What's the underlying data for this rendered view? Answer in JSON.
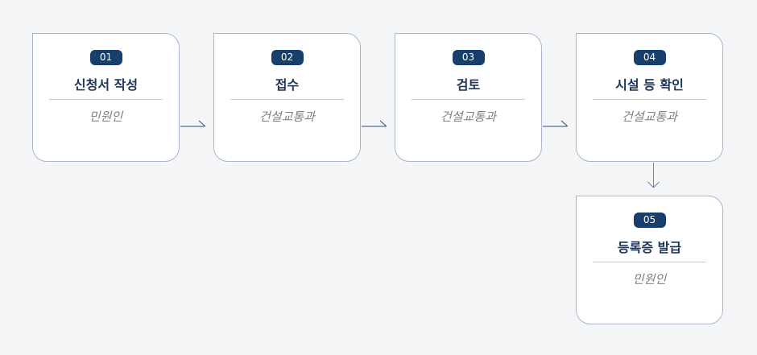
{
  "colors": {
    "background": "#f4f5f7",
    "card_border": "#a9b6c9",
    "badge": "#183f6c",
    "title": "#1d3557",
    "connector": "#2e4f7a"
  },
  "steps": [
    {
      "number": "01",
      "title": "신청서 작성",
      "actor": "민원인"
    },
    {
      "number": "02",
      "title": "접수",
      "actor": "건설교통과"
    },
    {
      "number": "03",
      "title": "검토",
      "actor": "건설교통과"
    },
    {
      "number": "04",
      "title": "시설 등 확인",
      "actor": "건설교통과"
    },
    {
      "number": "05",
      "title": "등록증 발급",
      "actor": "민원인"
    }
  ]
}
